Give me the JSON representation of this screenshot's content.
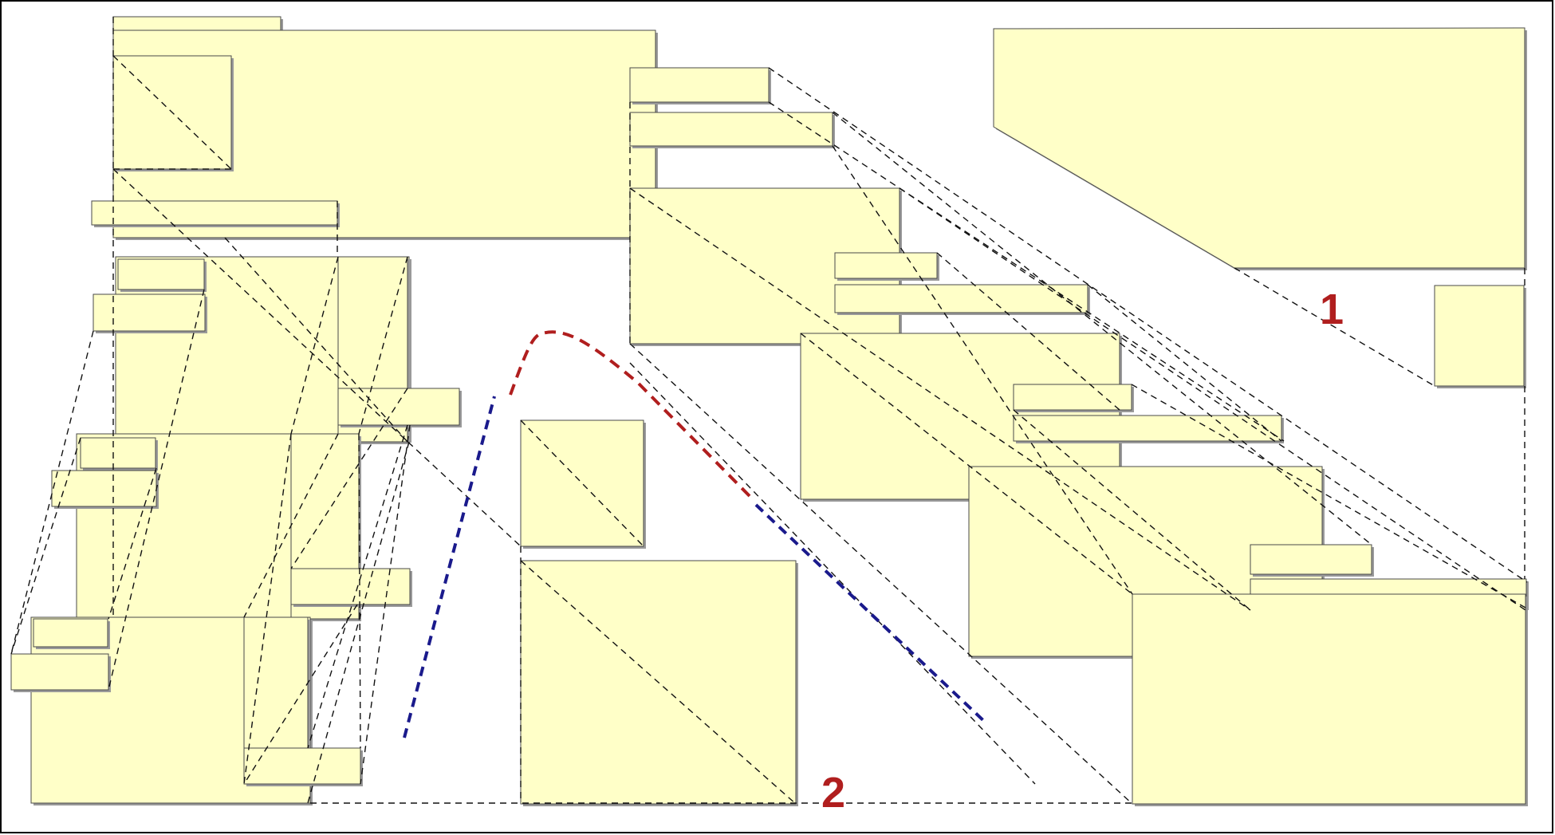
{
  "diagram": {
    "markers": [
      {
        "id": "marker-1",
        "text": "1",
        "color": "#b01e1e"
      },
      {
        "id": "marker-2",
        "text": "2",
        "color": "#b01e1e"
      }
    ],
    "colors": {
      "box_fill": "#ffffc8",
      "box_stroke": "#4a4a4a",
      "guide": "#111111",
      "path_red": "#b01e1e",
      "path_blue": "#1a1a8c",
      "border": "#000000"
    }
  }
}
